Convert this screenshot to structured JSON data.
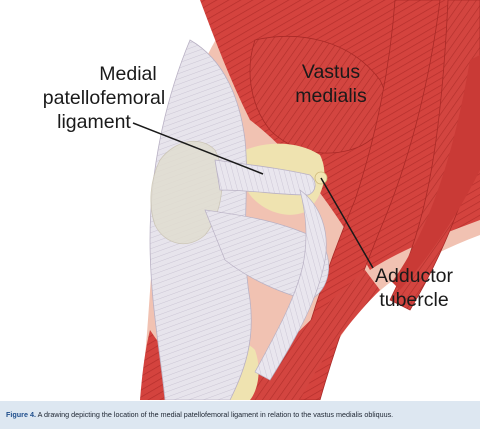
{
  "figure": {
    "labels": {
      "mpfl": [
        "Medial",
        "patellofemoral",
        "ligament"
      ],
      "vastus": [
        "Vastus",
        "medialis"
      ],
      "adductor": [
        "Adductor",
        "tubercle"
      ]
    },
    "caption": {
      "label": "Figure 4.",
      "text": " A drawing depicting the location of the medial patellofemoral ligament in relation to the vastus medialis obliquus."
    },
    "colors": {
      "muscle": "#d4433e",
      "muscle_dark": "#b52f2c",
      "muscle_light": "#e6705f",
      "skin": "#f1c2b2",
      "ligament": "#e7e4ec",
      "ligament_shadow": "#c9c3d2",
      "bone": "#efe3b0",
      "caption_bg": "#dde7f1",
      "caption_label": "#1f4e8c"
    }
  }
}
